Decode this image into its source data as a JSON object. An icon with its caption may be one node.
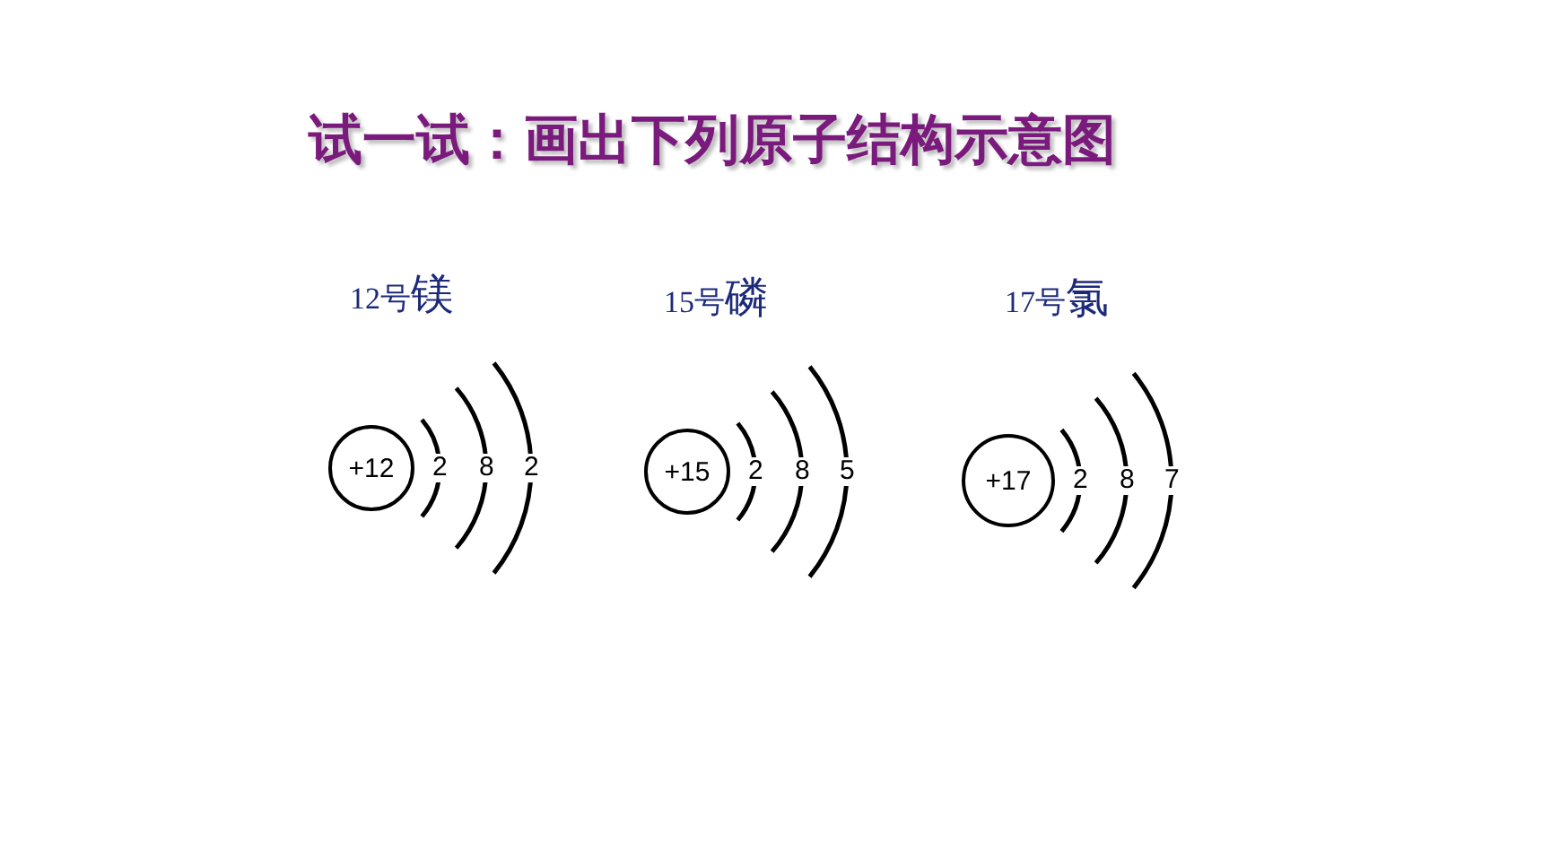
{
  "diagram": {
    "title": "试一试：画出下列原子结构示意图",
    "nodes": [
      {
        "text": [
          "+12"
        ]
      },
      {
        "text": [
          "+15"
        ]
      },
      {
        "text": [
          "+17"
        ]
      }
    ],
    "labels": [
      "12号镁",
      "15号磷",
      "17号氯",
      "2",
      "8",
      "2",
      "2",
      "8",
      "5",
      "2",
      "8",
      "7"
    ]
  }
}
